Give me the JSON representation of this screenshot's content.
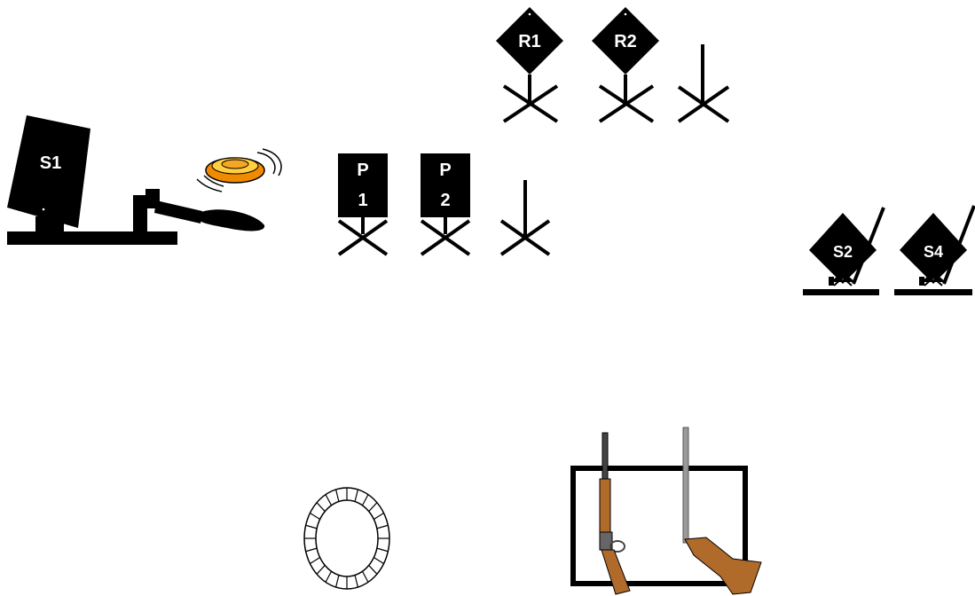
{
  "targets": {
    "shotgun_plate": {
      "label": "S1"
    },
    "pistol_targets": [
      {
        "label_line1": "P",
        "label_line2": "1"
      },
      {
        "label_line1": "P",
        "label_line2": "2"
      }
    ],
    "rifle_targets": [
      {
        "label": "R1"
      },
      {
        "label": "R2"
      }
    ],
    "knockdown_targets": [
      {
        "label": "S2"
      },
      {
        "label": "S4"
      }
    ]
  },
  "colors": {
    "target": "#000000",
    "clay_outer": "#f08a00",
    "clay_inner": "#ffcf40",
    "rifle_wood": "#b06a2a",
    "rifle_metal": "#555555",
    "shotgun_barrel": "#9a9a9a"
  },
  "icons": {
    "shotgun_plate": "clay-thrower-icon",
    "clay": "clay-pigeon-icon",
    "start_position": "shooter-ring-icon",
    "long_gun_rack": "gun-rack-icon"
  }
}
